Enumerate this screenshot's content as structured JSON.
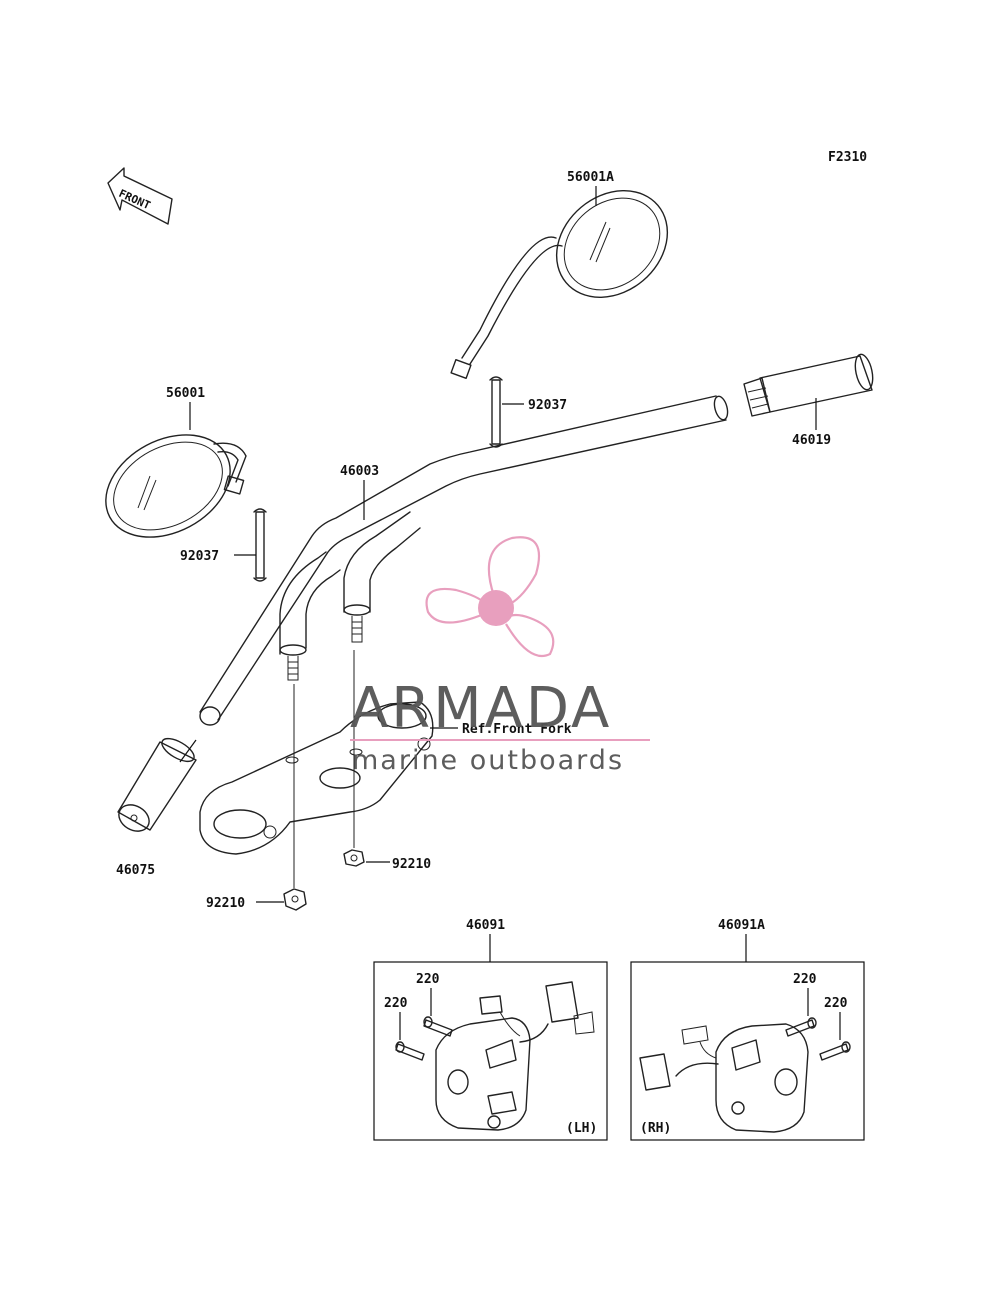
{
  "figure_code": "F2310",
  "front_arrow_label": "FRONT",
  "parts": {
    "mirror_right": "56001A",
    "mirror_left": "56001",
    "clamp_upper": "92037",
    "clamp_left": "92037",
    "handlebar": "46003",
    "grip_right": "46019",
    "grip_left": "46075",
    "ref_label": "Ref.Front Fork",
    "nut_right": "92210",
    "nut_left": "92210",
    "switch_lh": "46091",
    "switch_rh": "46091A",
    "screw_lh_1": "220",
    "screw_lh_2": "220",
    "screw_rh_1": "220",
    "screw_rh_2": "220",
    "lh_label": "(LH)",
    "rh_label": "(RH)"
  },
  "watermark": {
    "title": "ARMADA",
    "subtitle": "marine outboards",
    "color": "#e79abb",
    "text_color": "#555555"
  }
}
